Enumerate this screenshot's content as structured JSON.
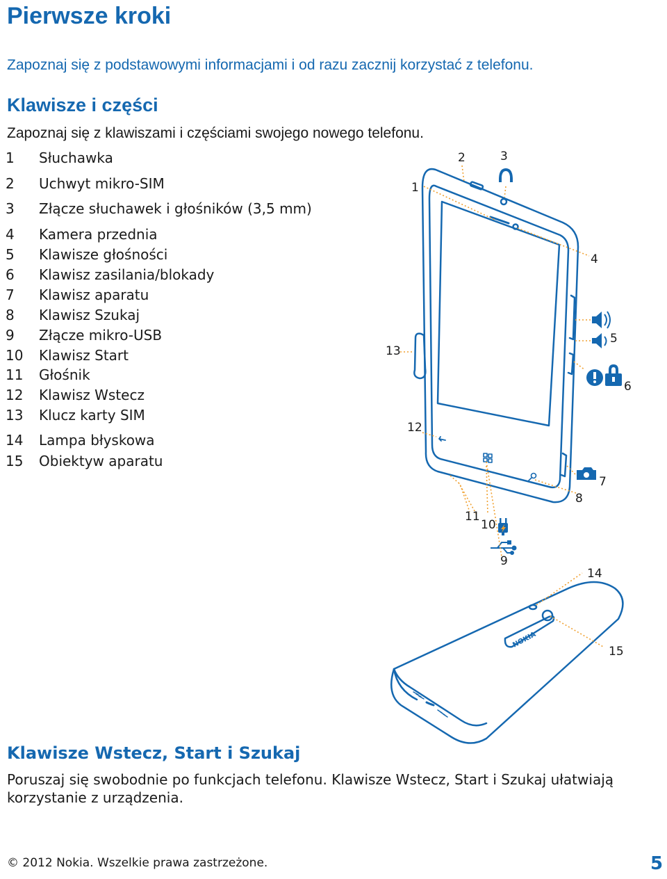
{
  "page": {
    "title": "Pierwsze kroki",
    "intro": "Zapoznaj się z podstawowymi informacjami i od razu zacznij korzystać z telefonu.",
    "section1": {
      "heading": "Klawisze i części",
      "text": "Zapoznaj się z klawiszami i częściami swojego nowego telefonu."
    },
    "parts": [
      {
        "num": "1",
        "label": "Słuchawka"
      },
      {
        "num": "2",
        "label": "Uchwyt mikro-SIM"
      },
      {
        "num": "3",
        "label": "Złącze słuchawek i głośników (3,5 mm)"
      },
      {
        "num": "4",
        "label": "Kamera przednia"
      },
      {
        "num": "5",
        "label": "Klawisze głośności"
      },
      {
        "num": "6",
        "label": "Klawisz zasilania/blokady"
      },
      {
        "num": "7",
        "label": "Klawisz aparatu"
      },
      {
        "num": "8",
        "label": "Klawisz Szukaj"
      },
      {
        "num": "9",
        "label": "Złącze mikro-USB"
      },
      {
        "num": "10",
        "label": "Klawisz Start"
      },
      {
        "num": "11",
        "label": "Głośnik"
      },
      {
        "num": "12",
        "label": "Klawisz Wstecz"
      },
      {
        "num": "13",
        "label": "Klucz karty SIM"
      },
      {
        "num": "14",
        "label": "Lampa błyskowa"
      },
      {
        "num": "15",
        "label": "Obiektyw aparatu"
      }
    ],
    "diagram": {
      "callouts": [
        "1",
        "2",
        "3",
        "4",
        "5",
        "6",
        "7",
        "8",
        "9",
        "10",
        "11",
        "12",
        "13",
        "14",
        "15"
      ],
      "back_logo": "NOKIA",
      "accent": "#1568b0",
      "callout_color": "#f0a030"
    },
    "section2": {
      "heading": "Klawisze Wstecz, Start i Szukaj",
      "text": "Poruszaj się swobodnie po funkcjach telefonu. Klawisze Wstecz, Start i Szukaj ułatwiają korzystanie z urządzenia."
    },
    "footer": {
      "copyright": "© 2012 Nokia. Wszelkie prawa zastrzeżone.",
      "page_number": "5"
    }
  }
}
